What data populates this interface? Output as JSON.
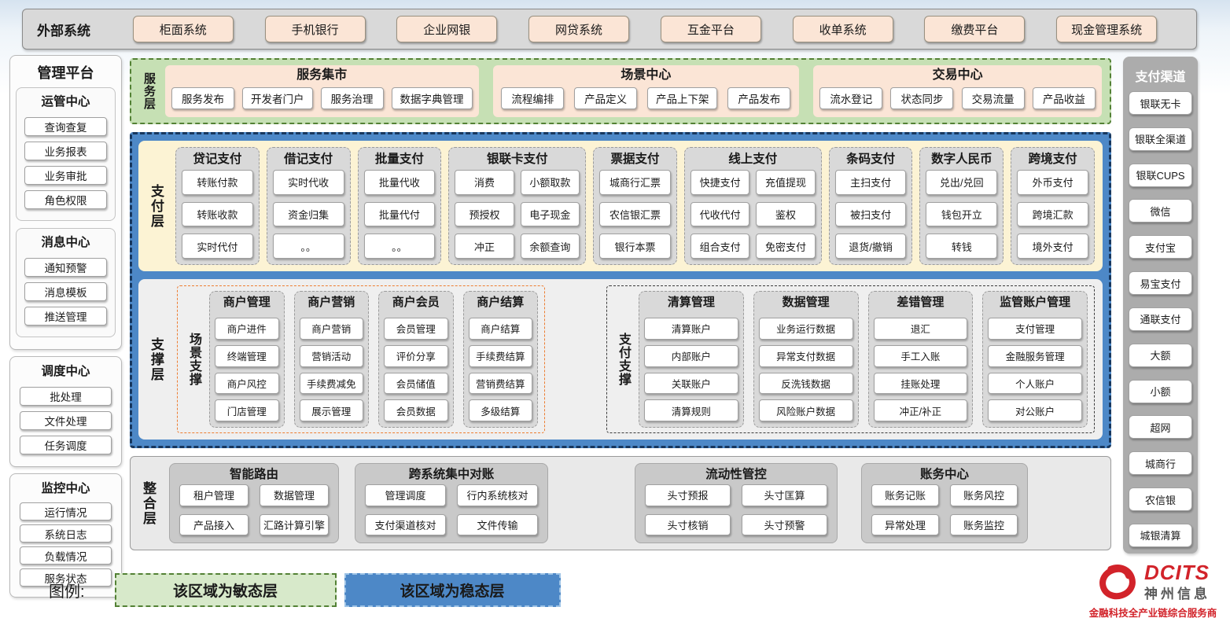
{
  "external_systems": {
    "label": "外部系统",
    "items": [
      "柜面系统",
      "手机银行",
      "企业网银",
      "网贷系统",
      "互金平台",
      "收单系统",
      "缴费平台",
      "现金管理系统"
    ]
  },
  "management_platform": {
    "title": "管理平台",
    "groups": [
      {
        "title": "运管中心",
        "items": [
          "查询查复",
          "业务报表",
          "业务审批",
          "角色权限"
        ]
      },
      {
        "title": "消息中心",
        "items": [
          "通知预警",
          "消息模板",
          "推送管理"
        ]
      },
      {
        "title": "调度中心",
        "items": [
          "批处理",
          "文件处理",
          "任务调度"
        ]
      },
      {
        "title": "监控中心",
        "items": [
          "运行情况",
          "系统日志",
          "负载情况",
          "服务状态"
        ]
      }
    ]
  },
  "service_layer": {
    "label": "服务层",
    "groups": [
      {
        "title": "服务集市",
        "items": [
          "服务发布",
          "开发者门户",
          "服务治理",
          "数据字典管理"
        ]
      },
      {
        "title": "场景中心",
        "items": [
          "流程编排",
          "产品定义",
          "产品上下架",
          "产品发布"
        ]
      },
      {
        "title": "交易中心",
        "items": [
          "流水登记",
          "状态同步",
          "交易流量",
          "产品收益"
        ]
      }
    ]
  },
  "payment_layer": {
    "label": "支付层",
    "columns": [
      {
        "title": "贷记支付",
        "cols": 1,
        "items": [
          "转账付款",
          "转账收款",
          "实时代付"
        ]
      },
      {
        "title": "借记支付",
        "cols": 1,
        "items": [
          "实时代收",
          "资金归集",
          "。。"
        ]
      },
      {
        "title": "批量支付",
        "cols": 1,
        "items": [
          "批量代收",
          "批量代付",
          "。。"
        ]
      },
      {
        "title": "银联卡支付",
        "cols": 2,
        "items": [
          "消费",
          "小额取款",
          "预授权",
          "电子现金",
          "冲正",
          "余额查询"
        ]
      },
      {
        "title": "票据支付",
        "cols": 1,
        "items": [
          "城商行汇票",
          "农信银汇票",
          "银行本票"
        ]
      },
      {
        "title": "线上支付",
        "cols": 2,
        "items": [
          "快捷支付",
          "充值提现",
          "代收代付",
          "鉴权",
          "组合支付",
          "免密支付"
        ]
      },
      {
        "title": "条码支付",
        "cols": 1,
        "items": [
          "主扫支付",
          "被扫支付",
          "退货/撤销"
        ]
      },
      {
        "title": "数字人民币",
        "cols": 1,
        "items": [
          "兑出/兑回",
          "钱包开立",
          "转钱"
        ]
      },
      {
        "title": "跨境支付",
        "cols": 1,
        "items": [
          "外币支付",
          "跨境汇款",
          "境外支付"
        ]
      }
    ]
  },
  "support_layer": {
    "label": "支撑层",
    "groups": [
      {
        "label": "场景支撑",
        "columns": [
          {
            "title": "商户管理",
            "items": [
              "商户进件",
              "终端管理",
              "商户风控",
              "门店管理"
            ]
          },
          {
            "title": "商户营销",
            "items": [
              "商户营销",
              "营销活动",
              "手续费减免",
              "展示管理"
            ]
          },
          {
            "title": "商户会员",
            "items": [
              "会员管理",
              "评价分享",
              "会员储值",
              "会员数据"
            ]
          },
          {
            "title": "商户结算",
            "items": [
              "商户结算",
              "手续费结算",
              "营销费结算",
              "多级结算"
            ]
          }
        ]
      },
      {
        "label": "支付支撑",
        "columns": [
          {
            "title": "清算管理",
            "items": [
              "清算账户",
              "内部账户",
              "关联账户",
              "清算规则"
            ]
          },
          {
            "title": "数据管理",
            "items": [
              "业务运行数据",
              "异常支付数据",
              "反洗钱数据",
              "风险账户数据"
            ]
          },
          {
            "title": "差错管理",
            "items": [
              "退汇",
              "手工入账",
              "挂账处理",
              "冲正/补正"
            ]
          },
          {
            "title": "监管账户管理",
            "items": [
              "支付管理",
              "金融服务管理",
              "个人账户",
              "对公账户"
            ]
          }
        ]
      }
    ]
  },
  "integration_layer": {
    "label": "整合层",
    "groups": [
      {
        "title": "智能路由",
        "items": [
          "租户管理",
          "数据管理",
          "产品接入",
          "汇路计算引擎"
        ]
      },
      {
        "title": "跨系统集中对账",
        "items": [
          "管理调度",
          "行内系统核对",
          "支付渠道核对",
          "文件传输"
        ]
      },
      {
        "title": "流动性管控",
        "items": [
          "头寸预报",
          "头寸匡算",
          "头寸核销",
          "头寸预警"
        ]
      },
      {
        "title": "账务中心",
        "items": [
          "账务记账",
          "账务风控",
          "异常处理",
          "账务监控"
        ]
      }
    ]
  },
  "payment_channels": {
    "title": "支付渠道",
    "items": [
      "银联无卡",
      "银联全渠道",
      "银联CUPS",
      "微信",
      "支付宝",
      "易宝支付",
      "通联支付",
      "大额",
      "小额",
      "超网",
      "城商行",
      "农信银",
      "城银清算"
    ]
  },
  "legend": {
    "label": "图例:",
    "agile_label": "该区域为敏态层",
    "stable_label": "该区域为稳态层"
  },
  "logo": {
    "name": "DCITS",
    "cn": "神州信息",
    "tagline": "金融科技全产业链综合服务商"
  },
  "colors": {
    "agile_green": "#c6e0b4",
    "agile_green_border": "#538135",
    "stable_blue": "#4d88c7",
    "stable_blue_border": "#17375e",
    "tan": "#fbe5d6",
    "cream": "#fcf3d4",
    "panel_gray": "#d9d9d9",
    "scene_orange_border": "#ed7d31",
    "brand_red": "#d2232a"
  }
}
